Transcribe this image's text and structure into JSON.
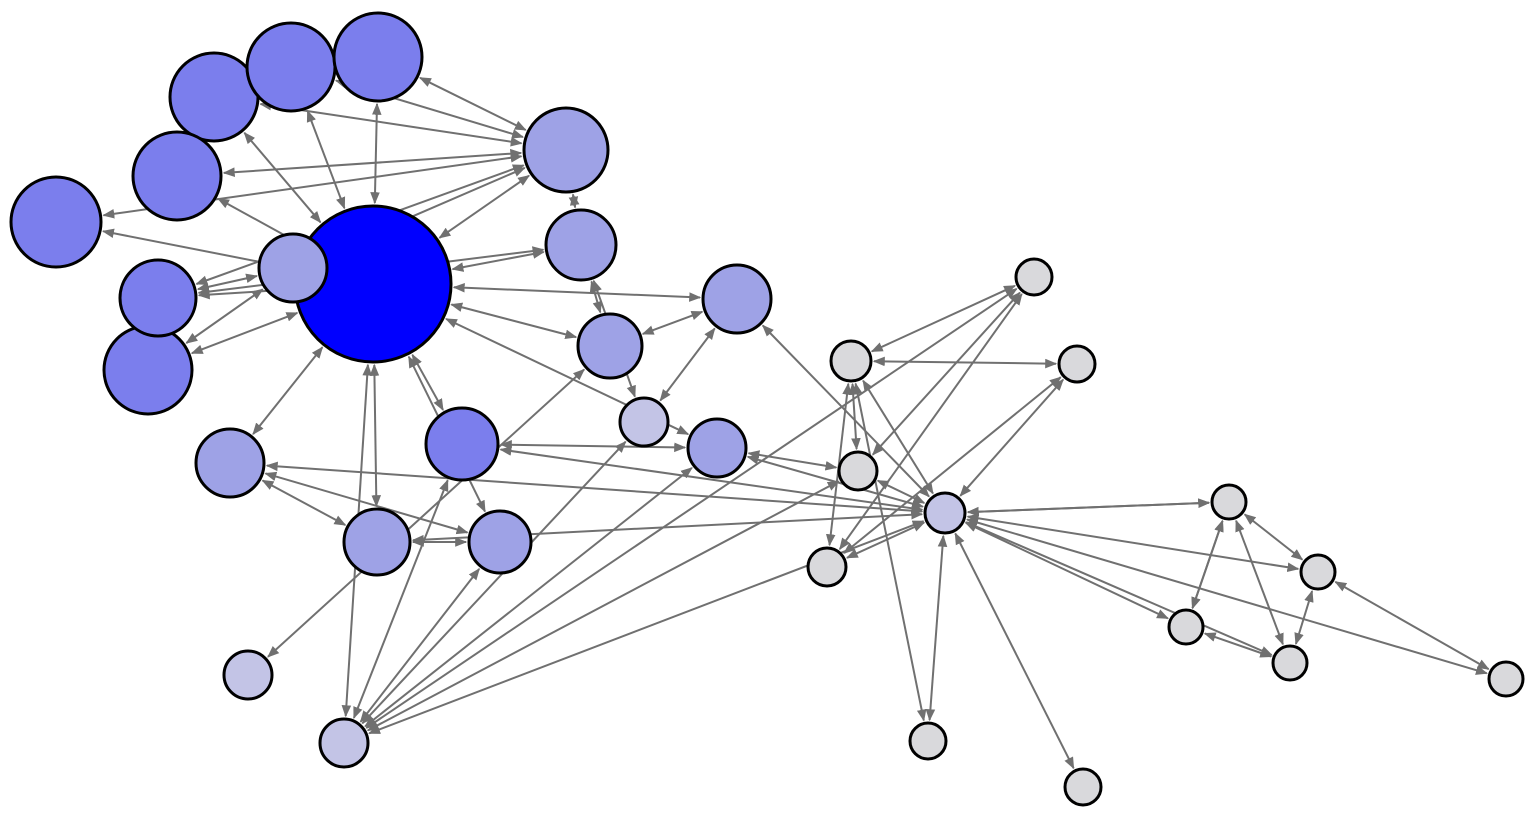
{
  "graph": {
    "directed": true,
    "bidirectional_edges": true,
    "colors": {
      "background": "#ffffff",
      "edge": "#707070",
      "node_stroke": "#000000",
      "hub": "#0000ff",
      "high": "#7b7eed",
      "mid": "#9ea2e6",
      "low": "#c3c4e6",
      "leaf": "#d9d9dc"
    },
    "nodes": [
      {
        "id": "hub",
        "level": "hub"
      },
      {
        "id": "n1",
        "level": "high"
      },
      {
        "id": "n2",
        "level": "high"
      },
      {
        "id": "n3",
        "level": "high"
      },
      {
        "id": "n4",
        "level": "high"
      },
      {
        "id": "n5",
        "level": "high"
      },
      {
        "id": "n6",
        "level": "high"
      },
      {
        "id": "n7",
        "level": "high"
      },
      {
        "id": "n8",
        "level": "mid"
      },
      {
        "id": "n9",
        "level": "mid"
      },
      {
        "id": "n10",
        "level": "mid"
      },
      {
        "id": "n11",
        "level": "mid"
      },
      {
        "id": "n12",
        "level": "mid"
      },
      {
        "id": "n13",
        "level": "mid"
      },
      {
        "id": "n14",
        "level": "high"
      },
      {
        "id": "n15",
        "level": "mid"
      },
      {
        "id": "n16",
        "level": "mid"
      },
      {
        "id": "n17",
        "level": "mid"
      },
      {
        "id": "n18",
        "level": "low"
      },
      {
        "id": "n19",
        "level": "low"
      },
      {
        "id": "n20",
        "level": "low"
      },
      {
        "id": "n21",
        "level": "low"
      },
      {
        "id": "n22",
        "level": "leaf"
      },
      {
        "id": "n23",
        "level": "leaf"
      },
      {
        "id": "n24",
        "level": "leaf"
      },
      {
        "id": "n25",
        "level": "leaf"
      },
      {
        "id": "n26",
        "level": "leaf"
      },
      {
        "id": "n27",
        "level": "leaf"
      },
      {
        "id": "n28",
        "level": "leaf"
      },
      {
        "id": "n29",
        "level": "leaf"
      },
      {
        "id": "n30",
        "level": "leaf"
      },
      {
        "id": "n31",
        "level": "leaf"
      },
      {
        "id": "n32",
        "level": "leaf"
      },
      {
        "id": "n33",
        "level": "leaf"
      },
      {
        "id": "n34",
        "level": "leaf"
      }
    ],
    "edges": [
      [
        "n1",
        "n9"
      ],
      [
        "n2",
        "n9"
      ],
      [
        "n3",
        "n9"
      ],
      [
        "n4",
        "hub"
      ],
      [
        "n4",
        "n9"
      ],
      [
        "n5",
        "n9"
      ],
      [
        "n6",
        "n8"
      ],
      [
        "n6",
        "hub"
      ],
      [
        "n7",
        "n8"
      ],
      [
        "n1",
        "hub"
      ],
      [
        "n2",
        "hub"
      ],
      [
        "n3",
        "hub"
      ],
      [
        "n5",
        "hub"
      ],
      [
        "n8",
        "n9"
      ],
      [
        "n8",
        "hub"
      ],
      [
        "n9",
        "hub"
      ],
      [
        "n7",
        "hub"
      ],
      [
        "n7",
        "n9"
      ],
      [
        "n7",
        "n10"
      ],
      [
        "n10",
        "n9"
      ],
      [
        "n10",
        "hub"
      ],
      [
        "n10",
        "n11"
      ],
      [
        "n10",
        "n18"
      ],
      [
        "n11",
        "n16"
      ],
      [
        "n11",
        "n19"
      ],
      [
        "n11",
        "hub"
      ],
      [
        "n16",
        "n18"
      ],
      [
        "n16",
        "hub"
      ],
      [
        "n16",
        "n21"
      ],
      [
        "hub",
        "n12"
      ],
      [
        "hub",
        "n15"
      ],
      [
        "hub",
        "n13"
      ],
      [
        "hub",
        "n17"
      ],
      [
        "hub",
        "n14"
      ],
      [
        "hub",
        "n20"
      ],
      [
        "n12",
        "n15"
      ],
      [
        "n13",
        "n15"
      ],
      [
        "n12",
        "n13"
      ],
      [
        "n12",
        "n21"
      ],
      [
        "n13",
        "n21"
      ],
      [
        "n15",
        "n20"
      ],
      [
        "n14",
        "n20"
      ],
      [
        "n14",
        "n21"
      ],
      [
        "n14",
        "n17"
      ],
      [
        "n14",
        "hub"
      ],
      [
        "n17",
        "n21"
      ],
      [
        "n17",
        "n20"
      ],
      [
        "n17",
        "n23"
      ],
      [
        "n20",
        "n21"
      ],
      [
        "n20",
        "n25"
      ],
      [
        "n20",
        "n23"
      ],
      [
        "n20",
        "n18"
      ],
      [
        "n21",
        "n22"
      ],
      [
        "n21",
        "n24"
      ],
      [
        "n21",
        "n23"
      ],
      [
        "n21",
        "n26"
      ],
      [
        "n21",
        "n27"
      ],
      [
        "n21",
        "n28"
      ],
      [
        "n21",
        "n29"
      ],
      [
        "n21",
        "n30"
      ],
      [
        "n21",
        "n31"
      ],
      [
        "n21",
        "n32"
      ],
      [
        "n21",
        "n33"
      ],
      [
        "n21",
        "n34"
      ],
      [
        "n22",
        "n23"
      ],
      [
        "n22",
        "n25"
      ],
      [
        "n22",
        "n26"
      ],
      [
        "n22",
        "n27"
      ],
      [
        "n22",
        "n24"
      ],
      [
        "n23",
        "n25"
      ],
      [
        "n23",
        "n21"
      ],
      [
        "n24",
        "n25"
      ],
      [
        "n24",
        "n26"
      ],
      [
        "n29",
        "n30"
      ],
      [
        "n29",
        "n31"
      ],
      [
        "n30",
        "n32"
      ],
      [
        "n31",
        "n32"
      ],
      [
        "n31",
        "n34"
      ],
      [
        "n32",
        "n34"
      ],
      [
        "n30",
        "n33"
      ]
    ]
  }
}
